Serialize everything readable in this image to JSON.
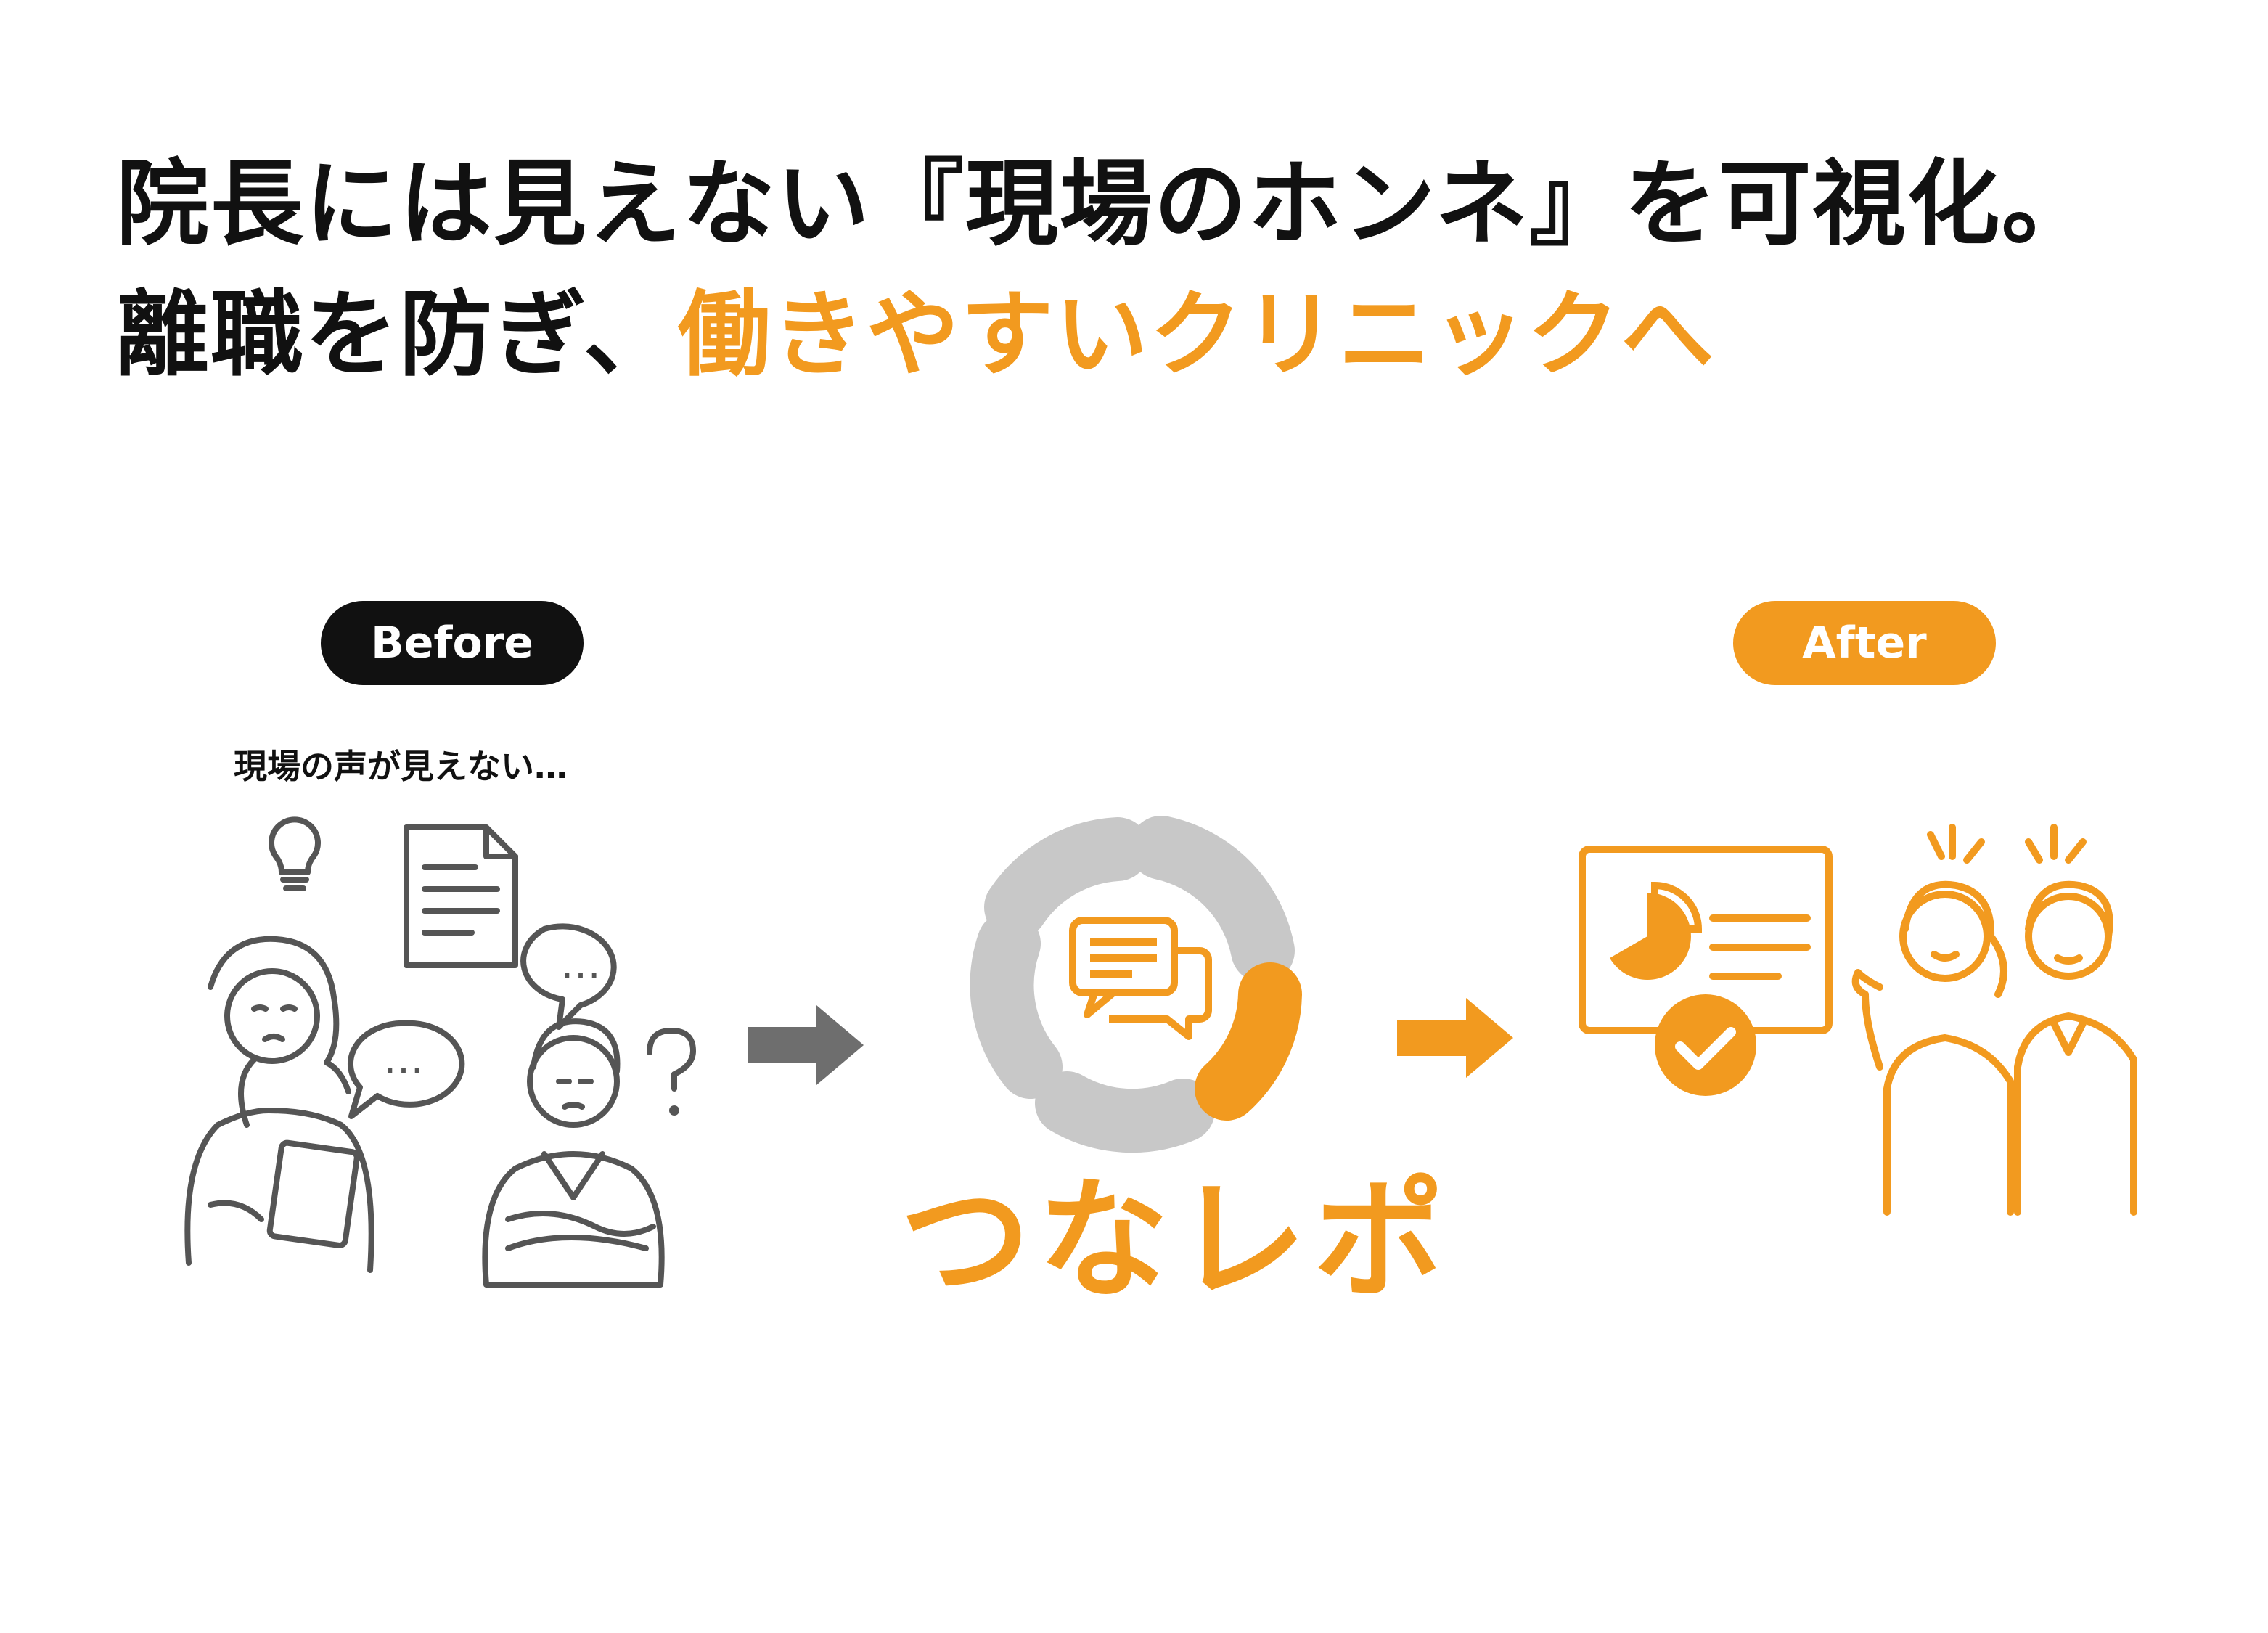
{
  "headline": {
    "line1": "院長には見えない『現場のホンネ』を可視化。",
    "line2_prefix": "離職を防ぎ、",
    "line2_accent": "働きやすいクリニックへ"
  },
  "before": {
    "badge": "Before",
    "caption": "現場の声が見えない…",
    "speech_bubble_1": "…",
    "speech_bubble_2": "…",
    "question_mark": "?"
  },
  "after": {
    "badge": "After"
  },
  "brand": {
    "name": "つなレポ"
  },
  "icons": {
    "lightbulb": "lightbulb-icon",
    "document": "document-icon",
    "chat": "chat-icon",
    "arrow": "arrow-right-icon",
    "dashboard": "dashboard-icon",
    "check": "check-icon"
  },
  "colors": {
    "accent": "#f29a1f",
    "text": "#111111",
    "line_art": "#555555",
    "logo_gray": "#c8c8c8",
    "arrow_gray": "#6e6e6e"
  }
}
